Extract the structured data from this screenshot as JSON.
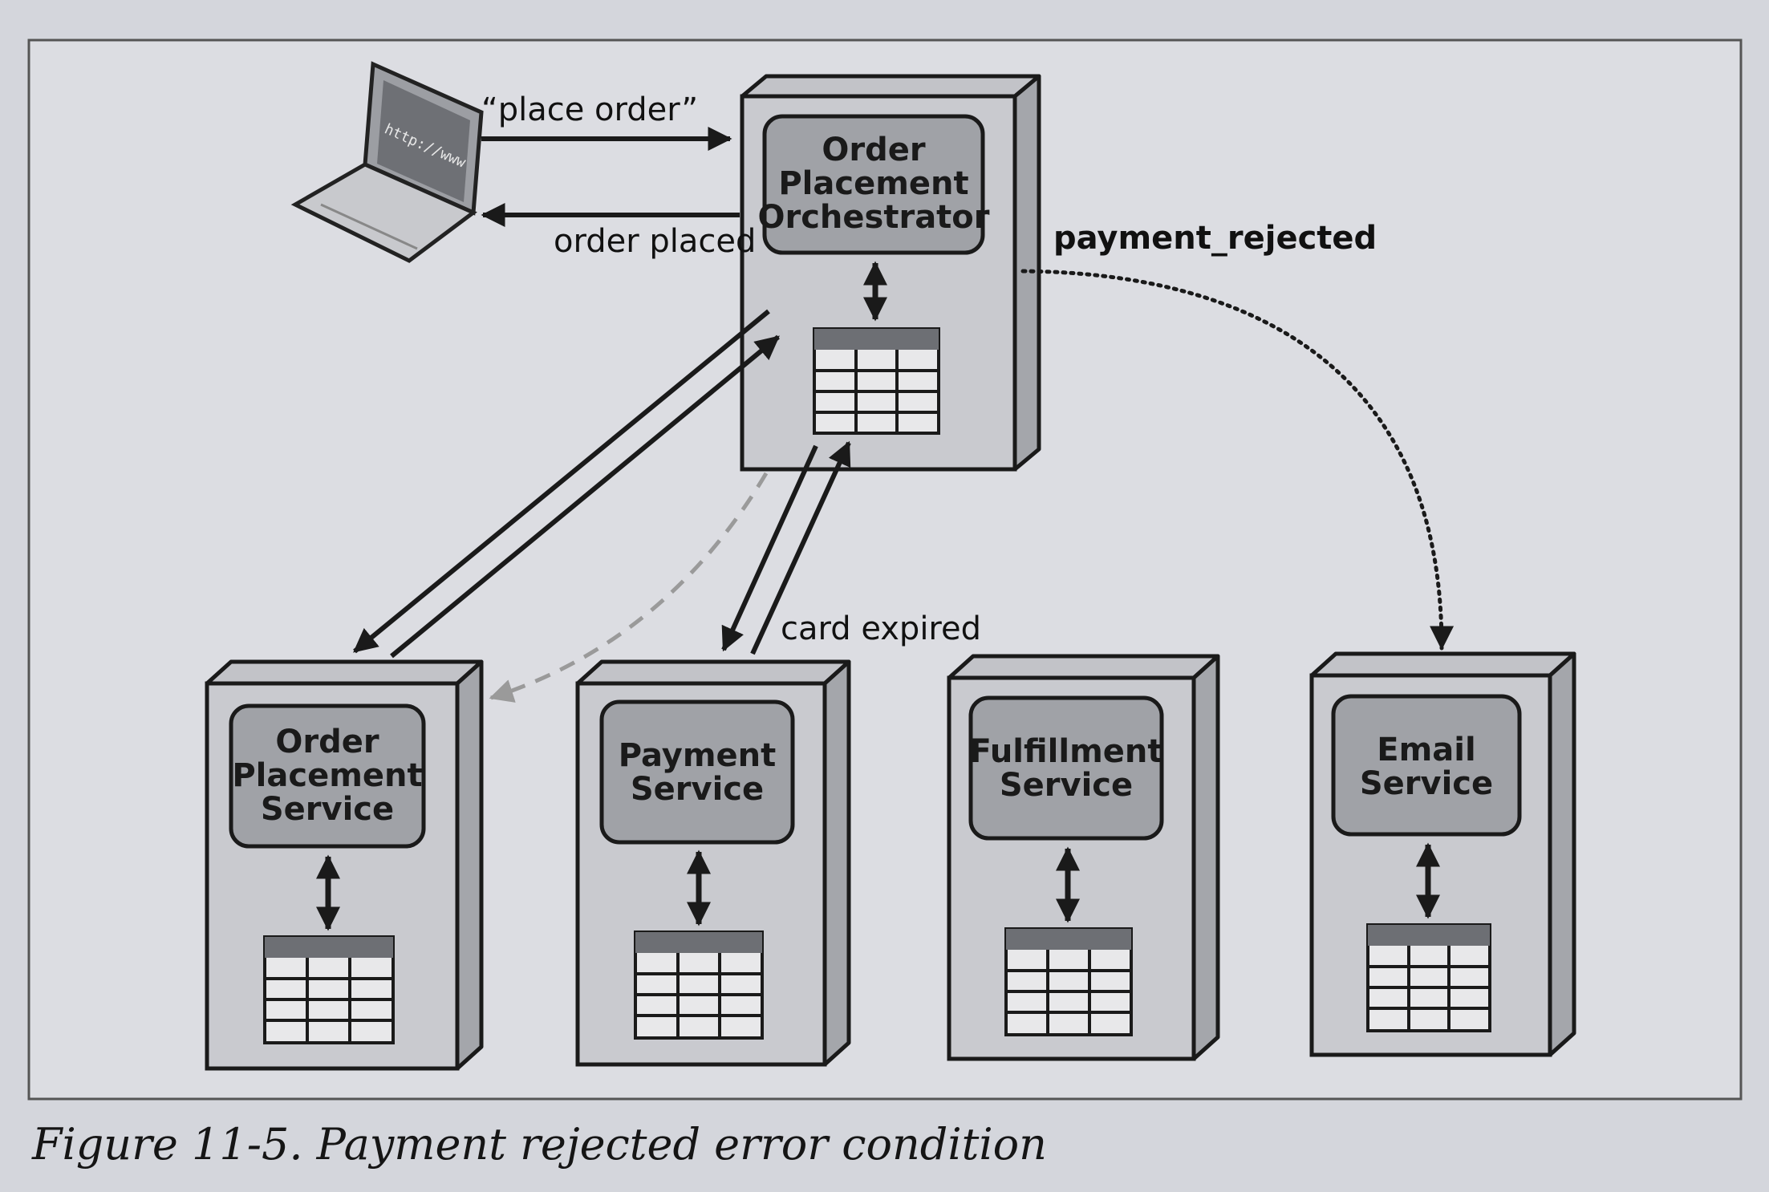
{
  "labels": {
    "place_order": "“place order”",
    "order_placed": "order placed",
    "payment_rejected": "payment_rejected",
    "card_expired": "card expired",
    "laptop_screen": "http://www"
  },
  "services": {
    "orchestrator": [
      "Order",
      "Placement",
      "Orchestrator"
    ],
    "order_placement": [
      "Order",
      "Placement",
      "Service"
    ],
    "payment": [
      "Payment",
      "Service"
    ],
    "fulfillment": [
      "Fulfillment",
      "Service"
    ],
    "email": [
      "Email",
      "Service"
    ]
  },
  "caption": "Figure 11-5. Payment rejected error condition"
}
